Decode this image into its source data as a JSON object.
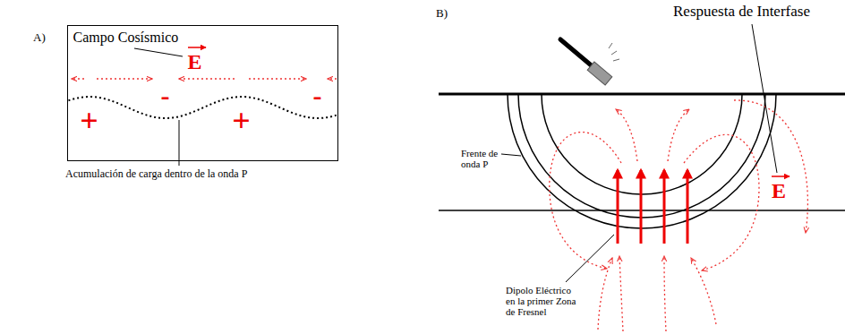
{
  "diagram": {
    "nodes": [
      {
        "text": [
          "Campo Cosísmico",
          "E",
          "+",
          "-",
          "+",
          "-"
        ]
      }
    ],
    "labels": [
      "A)",
      "Acumulación de carga dentro de la onda P",
      "B)",
      "Respuesta de Interfase",
      "Frente de onda P",
      "E",
      "Dipolo Eléctrico en la primer Zona de Fresnel"
    ]
  }
}
